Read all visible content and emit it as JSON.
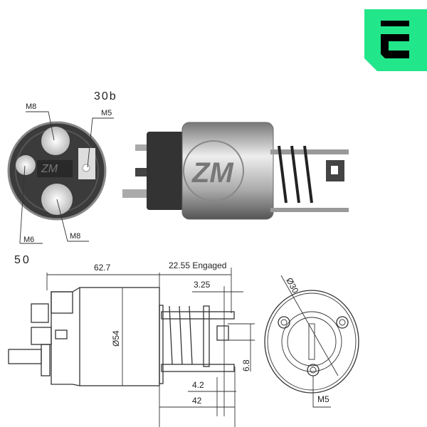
{
  "brand": {
    "logo_letter": "E",
    "color": "#22e68a"
  },
  "terminal_view": {
    "terminal_30b": "30b",
    "terminal_50": "50",
    "labels": {
      "m8_top": "M8",
      "m5": "M5",
      "m6": "M6",
      "m8_bottom": "M8"
    }
  },
  "dimensions": {
    "length": "62.7",
    "engaged": "22.55 Engaged",
    "offset": "3.25",
    "diameter": "Ø54",
    "slot": "6.8",
    "plunger_gap": "4.2",
    "plunger_length": "42",
    "bolt_circle": "Ø30",
    "mount_thread": "M5"
  },
  "colors": {
    "line": "#333333",
    "body_dark": "#3a3a3a",
    "body_metal": "#b8b8b8"
  }
}
